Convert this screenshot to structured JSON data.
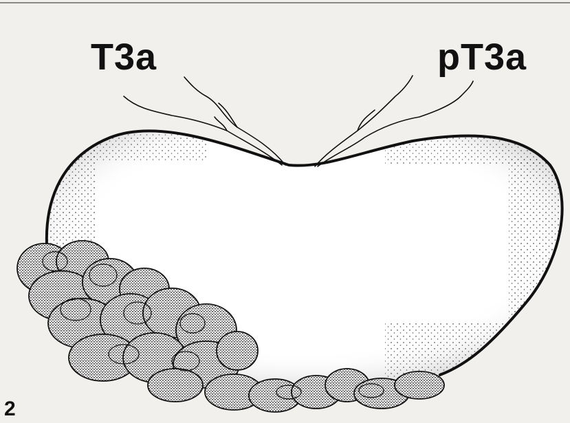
{
  "figure": {
    "label_left": "T3a",
    "label_right": "pT3a",
    "number": "2"
  },
  "colors": {
    "background": "#f2f0ec",
    "ink": "#111111",
    "stipple": "#222222"
  }
}
